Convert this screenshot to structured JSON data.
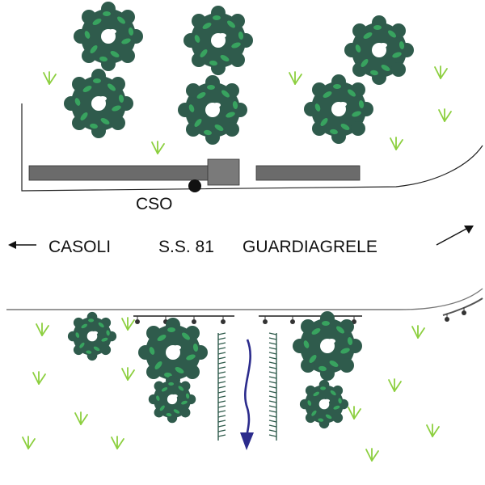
{
  "labels": {
    "cso": "CSO",
    "casoli": "CASOLI",
    "road": "S.S. 81",
    "guardiagrele": "GUARDIAGRELE"
  },
  "colors": {
    "foliage_dark": "#2f5b4c",
    "foliage_light": "#35a35e",
    "grass": "#8ccf3f",
    "barrier": "#6b6b6b",
    "line": "#222222",
    "flow_arrow": "#2b2b8c"
  },
  "icons": {
    "left_arrow": "arrow-left-icon",
    "right_arrow": "arrow-up-right-icon",
    "flow": "flow-down-arrow-icon"
  }
}
